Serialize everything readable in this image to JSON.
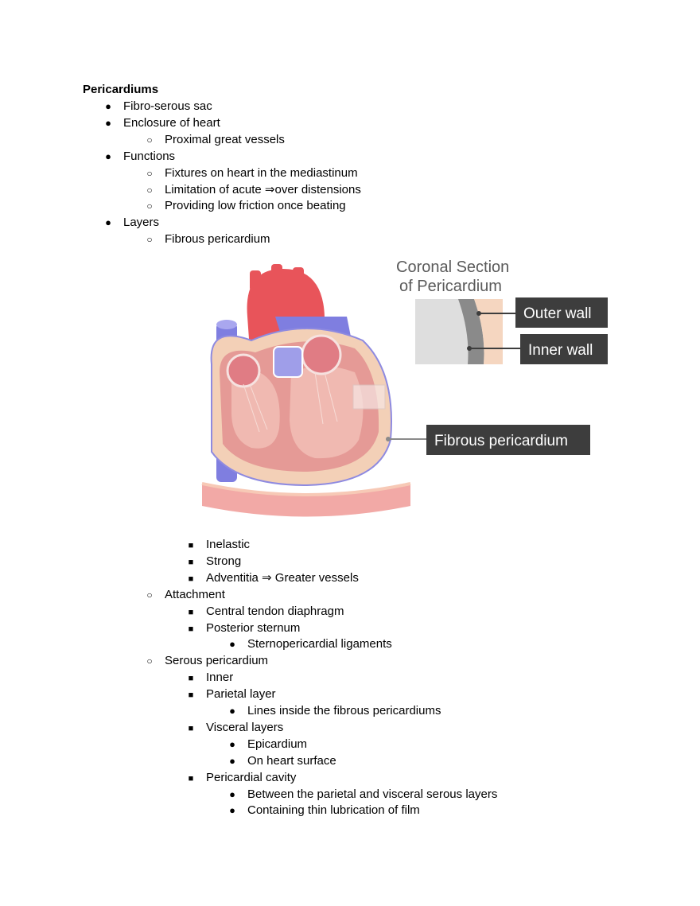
{
  "document": {
    "title": "Pericardiums",
    "bullets": {
      "level1": "●",
      "level2": "○",
      "level3": "■"
    },
    "items_top": [
      {
        "level": 1,
        "text": "Fibro-serous sac"
      },
      {
        "level": 1,
        "text": "Enclosure of heart"
      },
      {
        "level": 2,
        "text": "Proximal great vessels"
      },
      {
        "level": 1,
        "text": "Functions"
      },
      {
        "level": 2,
        "text": "Fixtures on heart in the mediastinum"
      },
      {
        "level": 2,
        "text": "Limitation of acute ⇒over distensions"
      },
      {
        "level": 2,
        "text": "Providing low friction once beating"
      },
      {
        "level": 1,
        "text": "Layers"
      },
      {
        "level": 2,
        "text": "Fibrous pericardium"
      }
    ],
    "items_bottom": [
      {
        "level": 3,
        "text": "Inelastic"
      },
      {
        "level": 3,
        "text": "Strong"
      },
      {
        "level": 3,
        "text": "Adventitia ⇒ Greater vessels"
      },
      {
        "level": 2,
        "text": "Attachment"
      },
      {
        "level": 3,
        "text": "Central tendon diaphragm"
      },
      {
        "level": 3,
        "text": "Posterior sternum"
      },
      {
        "level": 4,
        "text": "Sternopericardial ligaments"
      },
      {
        "level": 2,
        "text": "Serous pericardium"
      },
      {
        "level": 3,
        "text": "Inner"
      },
      {
        "level": 3,
        "text": "Parietal layer"
      },
      {
        "level": 4,
        "text": "Lines inside the fibrous pericardiums"
      },
      {
        "level": 3,
        "text": "Visceral layers"
      },
      {
        "level": 4,
        "text": "Epicardium"
      },
      {
        "level": 4,
        "text": "On heart surface"
      },
      {
        "level": 3,
        "text": "Pericardial cavity"
      },
      {
        "level": 4,
        "text": "Between the parietal and visceral serous layers"
      },
      {
        "level": 4,
        "text": "Containing thin lubrication of film"
      }
    ]
  },
  "figure": {
    "inset_title_line1": "Coronal Section",
    "inset_title_line2": "of Pericardium",
    "label_outer": "Outer wall",
    "label_inner": "Inner wall",
    "label_fibrous": "Fibrous pericardium",
    "colors": {
      "label_bg": "#3d3d3d",
      "aorta": "#e8545a",
      "vein_blue": "#7f7ee0",
      "heart_tissue": "#e59a96",
      "sac": "#f3d0b7",
      "base": "#f2a9a6"
    }
  }
}
